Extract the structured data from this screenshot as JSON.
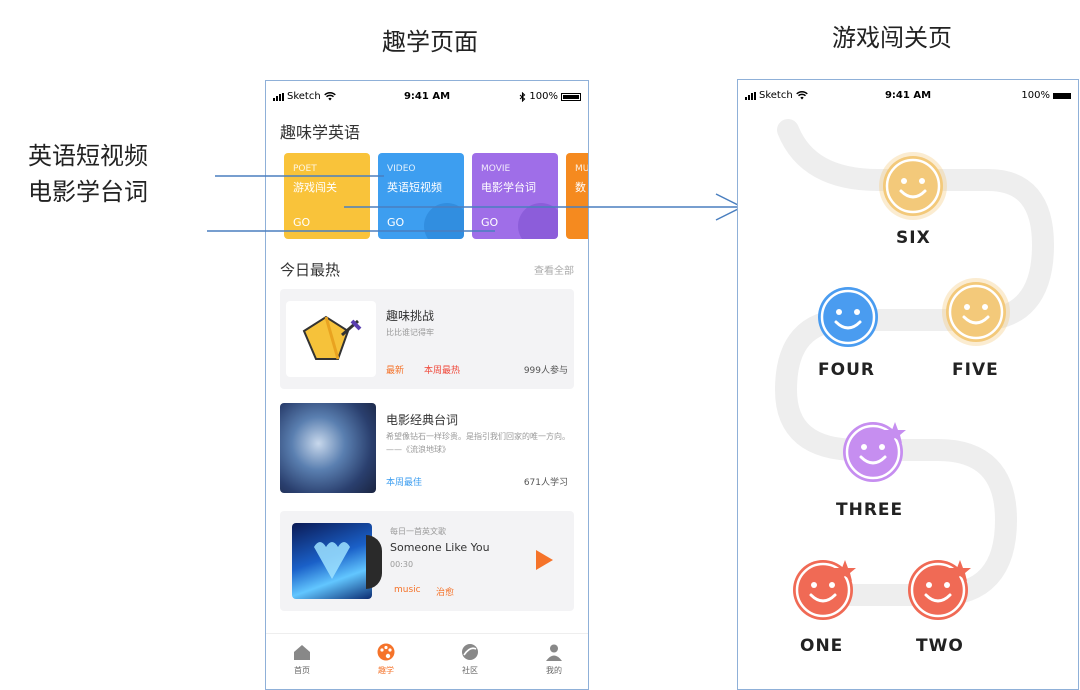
{
  "captions": {
    "left": "趣学页面",
    "right": "游戏闯关页",
    "annotation_line1": "英语短视频",
    "annotation_line2": "电影学台词"
  },
  "status": {
    "carrier": "Sketch",
    "time": "9:41 AM",
    "battery_left": "100%",
    "battery_right": "100%",
    "battery_level": 1.0
  },
  "left_screen": {
    "title": "趣味学英语",
    "cards": [
      {
        "en": "POET",
        "zh": "游戏闯关",
        "go": "GO",
        "color": "#f9c33a"
      },
      {
        "en": "VIDEO",
        "zh": "英语短视频",
        "go": "GO",
        "color": "#3d9ef0"
      },
      {
        "en": "MOVIE",
        "zh": "电影学台词",
        "go": "GO",
        "color": "#9f6ee8"
      },
      {
        "en": "MU",
        "zh": "数",
        "go": "",
        "color": "#f58a1f"
      }
    ],
    "section_title": "今日最热",
    "section_more": "查看全部",
    "items": [
      {
        "title": "趣味挑战",
        "desc": "比比谁记得牢",
        "tags": [
          "最新",
          "本周最热"
        ],
        "count": "999人参与"
      },
      {
        "title": "电影经典台词",
        "desc": "希望像钻石一样珍贵。是指引我们回家的唯一方向。——《流浪地球》",
        "tags": [
          "本周最佳"
        ],
        "count": "671人学习"
      },
      {
        "kicker": "每日一首英文歌",
        "title": "Someone Like You",
        "time": "00:30",
        "tags": [
          "music",
          "治愈"
        ]
      }
    ],
    "tabs": [
      "首页",
      "趣学",
      "社区",
      "我的"
    ],
    "active_tab": 1
  },
  "right_screen": {
    "levels": [
      {
        "label": "SIX",
        "color": "#f3c97a",
        "state": "glow"
      },
      {
        "label": "FOUR",
        "color": "#4a9cf0",
        "state": "current"
      },
      {
        "label": "FIVE",
        "color": "#f3c97a",
        "state": "glow"
      },
      {
        "label": "THREE",
        "color": "#c68ef0",
        "state": "star"
      },
      {
        "label": "ONE",
        "color": "#f06a55",
        "state": "star"
      },
      {
        "label": "TWO",
        "color": "#f06a55",
        "state": "star"
      }
    ]
  },
  "colors": {
    "accent_orange": "#f5732a",
    "accent_blue": "#3d9ef0",
    "path_grey": "#eeeeee",
    "frame_blue": "#8fb0d8",
    "arrow_blue": "#4a7fbf"
  },
  "icons": [
    "signal-icon",
    "wifi-icon",
    "bluetooth-icon",
    "battery-icon",
    "play-icon",
    "home-icon",
    "palette-icon",
    "community-icon",
    "profile-icon",
    "smiley-face-icon",
    "star-icon"
  ]
}
